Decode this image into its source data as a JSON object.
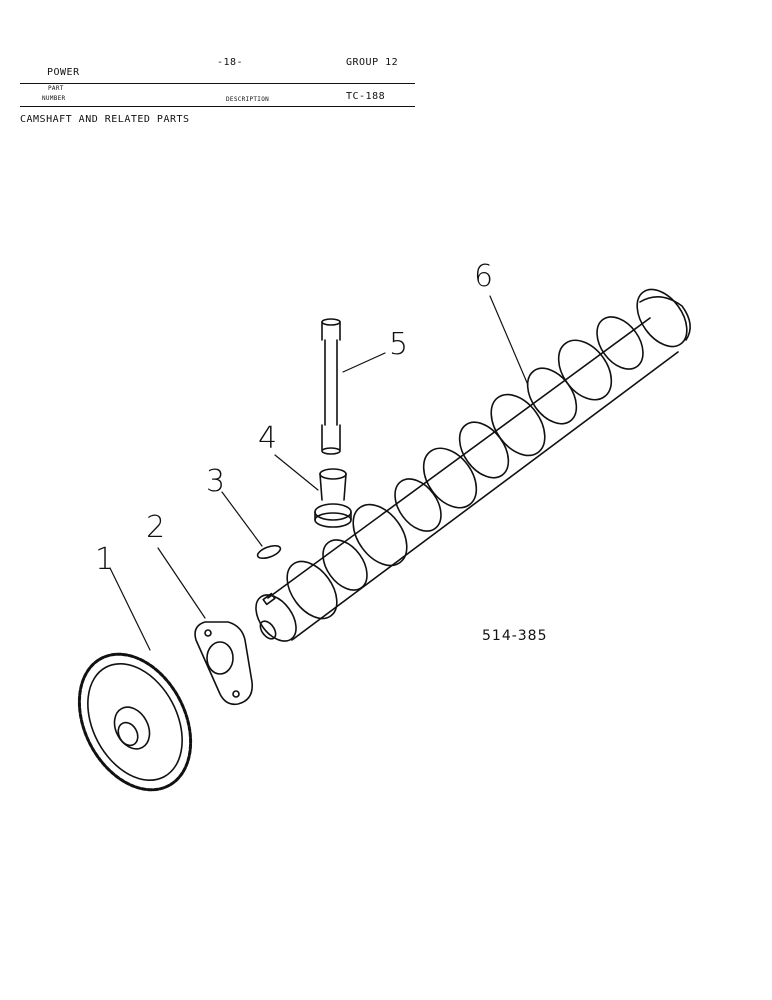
{
  "header": {
    "section": "POWER",
    "page_number": "-18-",
    "group": "GROUP 12",
    "col_part": "PART",
    "col_number": "NUMBER",
    "col_description": "DESCRIPTION",
    "ref_code": "TC-188",
    "title": "CAMSHAFT AND RELATED PARTS"
  },
  "illustration": {
    "callouts": [
      "1",
      "2",
      "3",
      "4",
      "5",
      "6"
    ],
    "figure_id": "514-385"
  }
}
